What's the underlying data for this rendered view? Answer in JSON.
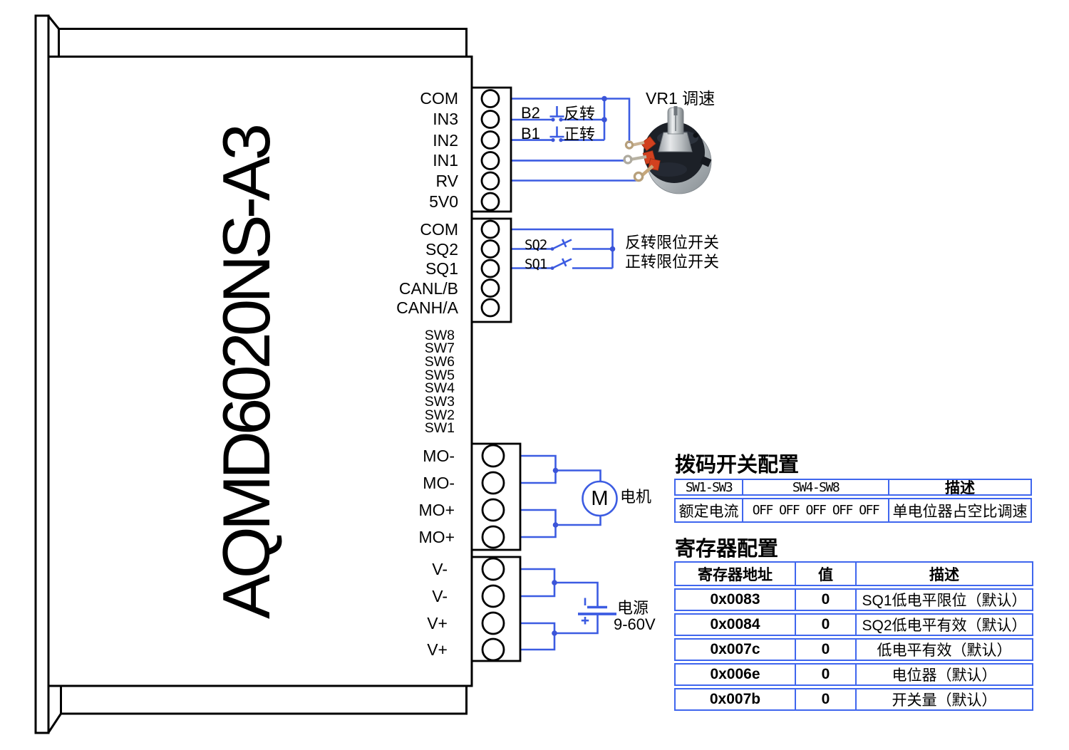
{
  "device": {
    "title": "AQMD6020NS-A3"
  },
  "terminal_blocks": [
    {
      "name": "signal-block-upper",
      "pins": [
        "COM",
        "IN3",
        "IN2",
        "IN1",
        "RV",
        "5V0"
      ]
    },
    {
      "name": "signal-block-lower",
      "pins": [
        "COM",
        "SQ2",
        "SQ1",
        "CANL/B",
        "CANH/A"
      ]
    },
    {
      "name": "dip-switch-labels",
      "pins": [
        "SW8",
        "SW7",
        "SW6",
        "SW5",
        "SW4",
        "SW3",
        "SW2",
        "SW1"
      ]
    },
    {
      "name": "motor-block",
      "pins": [
        "MO-",
        "MO-",
        "MO+",
        "MO+"
      ]
    },
    {
      "name": "power-block",
      "pins": [
        "V-",
        "V-",
        "V+",
        "V+"
      ]
    }
  ],
  "wiring": {
    "vr1_label": "VR1 调速",
    "b2_label": "B2",
    "b1_label": "B1",
    "reverse_label": "反转",
    "forward_label": "正转",
    "sq2_label": "SQ2",
    "sq1_label": "SQ1",
    "reverse_limit_label": "反转限位开关",
    "forward_limit_label": "正转限位开关",
    "motor_symbol": "M",
    "motor_label": "电机",
    "power_label": "电源",
    "power_range": "9-60V"
  },
  "dip_table": {
    "title": "拨码开关配置",
    "headers": [
      "SW1-SW3",
      "SW4-SW8",
      "描述"
    ],
    "rows": [
      [
        "额定电流",
        "OFF OFF OFF OFF OFF",
        "单电位器占空比调速"
      ]
    ]
  },
  "register_table": {
    "title": "寄存器配置",
    "headers": [
      "寄存器地址",
      "值",
      "描述"
    ],
    "rows": [
      [
        "0x0083",
        "0",
        "SQ1低电平限位（默认）"
      ],
      [
        "0x0084",
        "0",
        "SQ2低电平有效（默认）"
      ],
      [
        "0x007c",
        "0",
        "低电平有效（默认）"
      ],
      [
        "0x006e",
        "0",
        "电位器（默认）"
      ],
      [
        "0x007b",
        "0",
        "开关量（默认）"
      ]
    ]
  },
  "colors": {
    "wire_blue": "#3c5ce2",
    "table_border_blue": "#3f66ee",
    "outline_black": "#000000",
    "pot_tab_red": "#d2411f"
  }
}
